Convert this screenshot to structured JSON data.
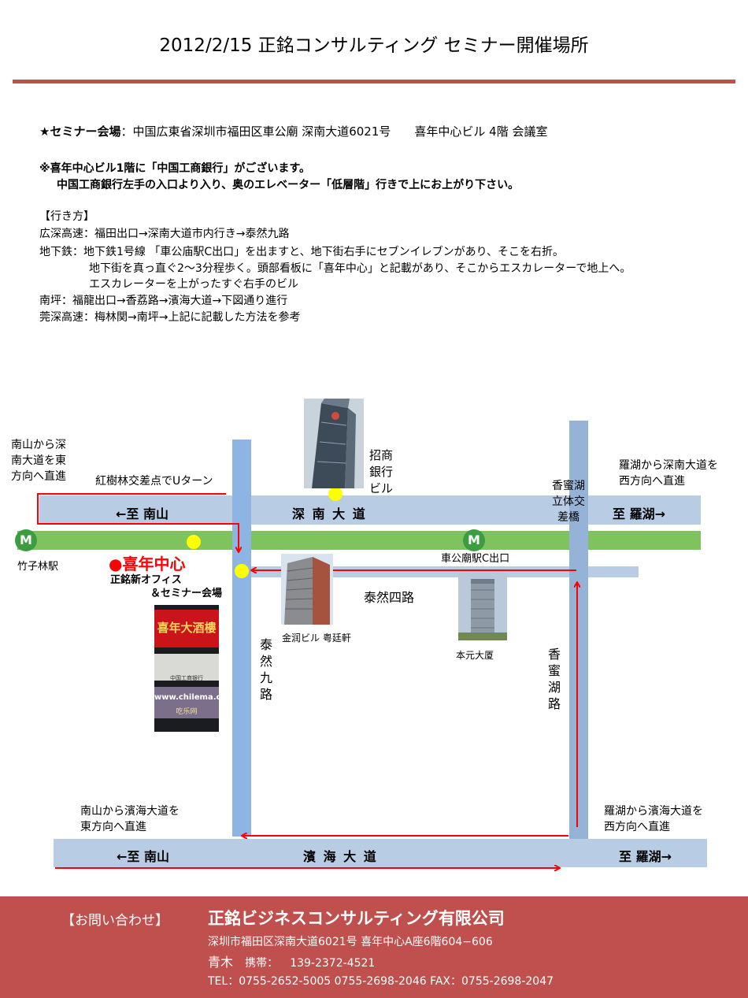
{
  "header": {
    "title": "2012/2/15  正銘コンサルティング  セミナー開催場所"
  },
  "info": {
    "venue_label": "★セミナー会場",
    "venue_text": "：中国広東省深圳市福田区車公廟  深南大道6021号　　喜年中心ビル  4階  会議室",
    "note_line1": "※喜年中心ビル1階に「中国工商銀行」がございます。",
    "note_line2": "中国工商銀行左手の入口より入り、奥のエレベーター「低層階」行きで上にお上がり下さい。",
    "directions_heading": "【行き方】",
    "directions": [
      "広深高速：福田出口→深南大道市内行き→泰然九路",
      "地下鉄：地下鉄1号線 「車公庙駅C出口」を出ますと、地下街右手にセブンイレブンがあり、そこを右折。",
      "地下街を真っ直ぐ2～3分程歩く。頭部看板に「喜年中心」と記載があり、そこからエスカレーターで地上へ。",
      "エスカレーターを上がったすぐ右手のビル",
      "南坪：福龍出口→香荔路→濱海大道→下図通り進行",
      "莞深高速：梅林関→南坪→上記に記載した方法を参考"
    ]
  },
  "map": {
    "road_shennan_name": "深 南 大 道",
    "road_shennan_west": "←至  南山",
    "road_shennan_east": "至  羅湖→",
    "road_binhai_name": "濱 海 大 道",
    "road_binhai_west": "←至  南山",
    "road_binhai_east": "至  羅湖→",
    "road_taiiran9": [
      "泰",
      "然",
      "九",
      "路"
    ],
    "road_xiangmi": [
      "香",
      "蜜",
      "湖",
      "路"
    ],
    "road_taiiran4": "泰然四路",
    "note_nanshan_shennan": [
      "南山から深",
      "南大道を東",
      "方向へ直進"
    ],
    "note_uturn": "紅樹林交差点でUターン",
    "note_luohu_shennan": [
      "羅湖から深南大道を",
      "西方向へ直進"
    ],
    "note_nanshan_binhai": [
      "南山から濱海大道を",
      "東方向へ直進"
    ],
    "note_luohu_binhai": [
      "羅湖から濱海大道を",
      "西方向へ直進"
    ],
    "bridge_label": [
      "香蜜湖",
      "立体交",
      "差橋"
    ],
    "station_zhuzilin": "竹子林駅",
    "station_chegongmiao": "車公廟駅C出口",
    "building_zhaoshang": [
      "招商",
      "銀行",
      "ビル"
    ],
    "building_jinrun": "金润ビル 粤廷軒",
    "building_benyuan": "本元大厦",
    "target_name": "喜年中心",
    "target_sub1": "正銘新オフィス",
    "target_sub2": "＆セミナー会場",
    "metro_symbol": "M",
    "photo_sign_text": "喜年大酒樓",
    "photo_bank_text": "中国工商银行",
    "photo_web_text": "www.chilema.cn",
    "photo_web_sub": "吃乐网"
  },
  "footer": {
    "contact_label": "【お問い合わせ】",
    "company": "正銘ビジネスコンサルティング有限公司",
    "address": "深圳市福田区深南大道6021号  喜年中心A座6階604−606",
    "person": "青木",
    "mobile_label": "携帯：",
    "mobile": "139-2372-4521",
    "tel_fax": "TEL：0755-2652-5005   0755-2698-2046   FAX：0755-2698-2047"
  },
  "colors": {
    "accent": "#c0504d",
    "route": "#ff0000",
    "road": "#b8cce4",
    "road_vertical": "#8db4e2",
    "subway_line": "#7ec35e",
    "marker": "#ffff00"
  }
}
